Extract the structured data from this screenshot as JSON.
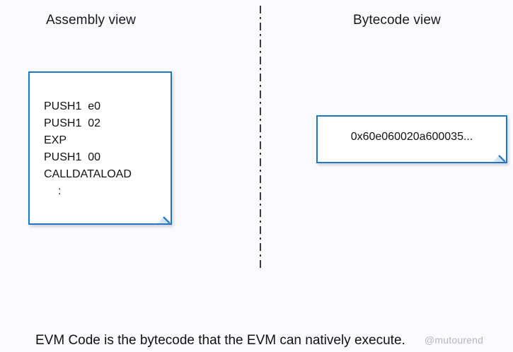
{
  "columns": {
    "assembly_title": "Assembly view",
    "bytecode_title": "Bytecode view"
  },
  "assembly_note": {
    "lines": [
      "PUSH1  e0",
      "PUSH1  02",
      "EXP",
      "PUSH1  00",
      "CALLDATALOAD",
      ":"
    ]
  },
  "bytecode_note": {
    "value": "0x60e060020a600035..."
  },
  "caption": "EVM Code is the bytecode that the EVM can natively execute.",
  "watermark": "@mutourend",
  "colors": {
    "background": "#fafaff",
    "note_border": "#1f76c4",
    "note_fill": "#ffffff",
    "divider": "#3a3a3a",
    "text": "#111111",
    "watermark": "#b6b6bd"
  }
}
